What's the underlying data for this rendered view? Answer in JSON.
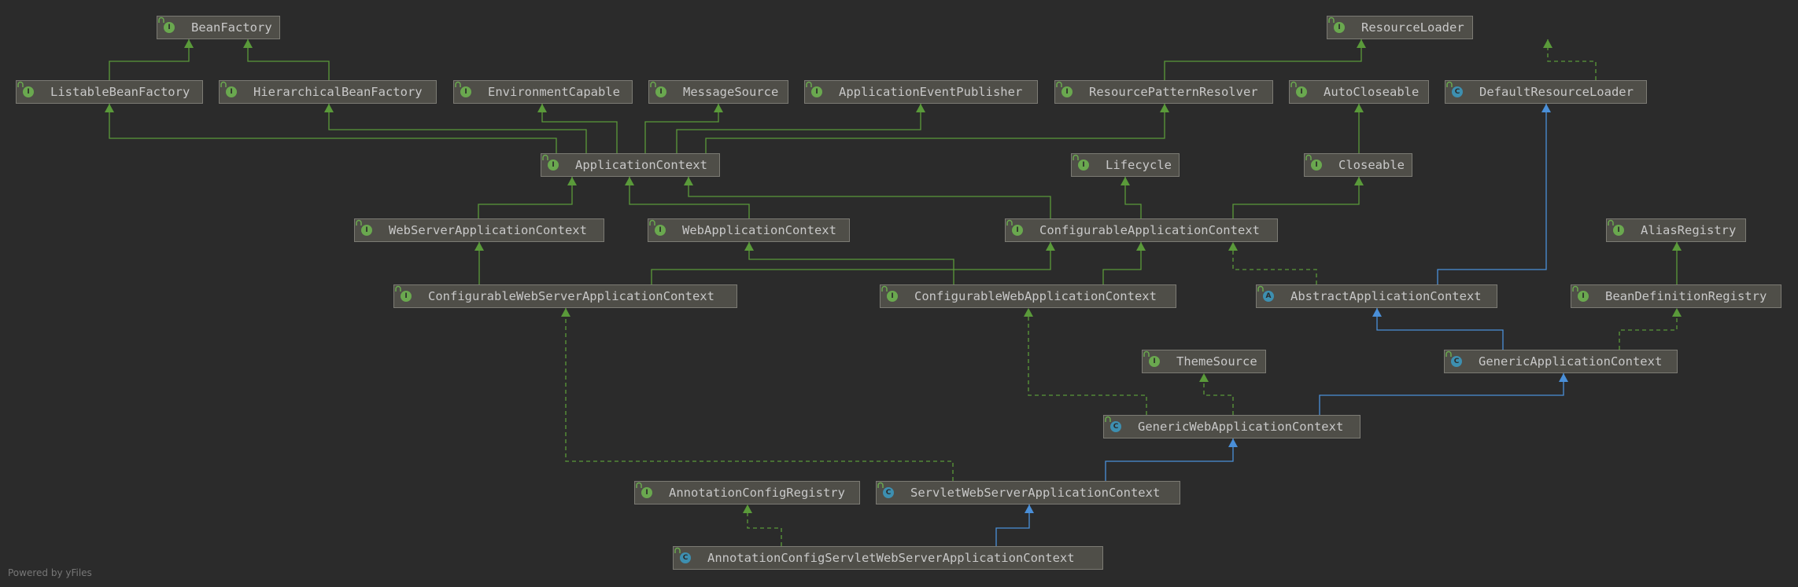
{
  "diagram": {
    "footer": "Powered by yFiles",
    "colors": {
      "background": "#2b2b2b",
      "interface_edge": "#5a9a3a",
      "class_edge": "#4a8fd8",
      "node_fill": "#4f4e48",
      "node_border": "#7c7b74",
      "interface_badge": "#6aa84f",
      "class_badge": "#3d8fb0"
    },
    "legend_kinds": {
      "interface": "I",
      "class": "C",
      "abstract": "A"
    },
    "nodes": [
      {
        "id": "bean_factory",
        "label": "BeanFactory",
        "kind": "interface"
      },
      {
        "id": "resource_loader",
        "label": "ResourceLoader",
        "kind": "interface"
      },
      {
        "id": "listable_bean_factory",
        "label": "ListableBeanFactory",
        "kind": "interface"
      },
      {
        "id": "hierarchical_bean_factory",
        "label": "HierarchicalBeanFactory",
        "kind": "interface"
      },
      {
        "id": "environment_capable",
        "label": "EnvironmentCapable",
        "kind": "interface"
      },
      {
        "id": "message_source",
        "label": "MessageSource",
        "kind": "interface"
      },
      {
        "id": "application_event_publisher",
        "label": "ApplicationEventPublisher",
        "kind": "interface"
      },
      {
        "id": "resource_pattern_resolver",
        "label": "ResourcePatternResolver",
        "kind": "interface"
      },
      {
        "id": "auto_closeable",
        "label": "AutoCloseable",
        "kind": "interface"
      },
      {
        "id": "default_resource_loader",
        "label": "DefaultResourceLoader",
        "kind": "class"
      },
      {
        "id": "application_context",
        "label": "ApplicationContext",
        "kind": "interface"
      },
      {
        "id": "lifecycle",
        "label": "Lifecycle",
        "kind": "interface"
      },
      {
        "id": "closeable",
        "label": "Closeable",
        "kind": "interface"
      },
      {
        "id": "web_server_application_context",
        "label": "WebServerApplicationContext",
        "kind": "interface"
      },
      {
        "id": "web_application_context",
        "label": "WebApplicationContext",
        "kind": "interface"
      },
      {
        "id": "configurable_application_context",
        "label": "ConfigurableApplicationContext",
        "kind": "interface"
      },
      {
        "id": "alias_registry",
        "label": "AliasRegistry",
        "kind": "interface"
      },
      {
        "id": "configurable_web_server_application_context",
        "label": "ConfigurableWebServerApplicationContext",
        "kind": "interface"
      },
      {
        "id": "configurable_web_application_context",
        "label": "ConfigurableWebApplicationContext",
        "kind": "interface"
      },
      {
        "id": "abstract_application_context",
        "label": "AbstractApplicationContext",
        "kind": "abstract"
      },
      {
        "id": "bean_definition_registry",
        "label": "BeanDefinitionRegistry",
        "kind": "interface"
      },
      {
        "id": "theme_source",
        "label": "ThemeSource",
        "kind": "interface"
      },
      {
        "id": "generic_application_context",
        "label": "GenericApplicationContext",
        "kind": "class"
      },
      {
        "id": "generic_web_application_context",
        "label": "GenericWebApplicationContext",
        "kind": "class"
      },
      {
        "id": "annotation_config_registry",
        "label": "AnnotationConfigRegistry",
        "kind": "interface"
      },
      {
        "id": "servlet_web_server_application_context",
        "label": "ServletWebServerApplicationContext",
        "kind": "class"
      },
      {
        "id": "annotation_config_servlet_web_server_application_context",
        "label": "AnnotationConfigServletWebServerApplicationContext",
        "kind": "class"
      }
    ]
  }
}
